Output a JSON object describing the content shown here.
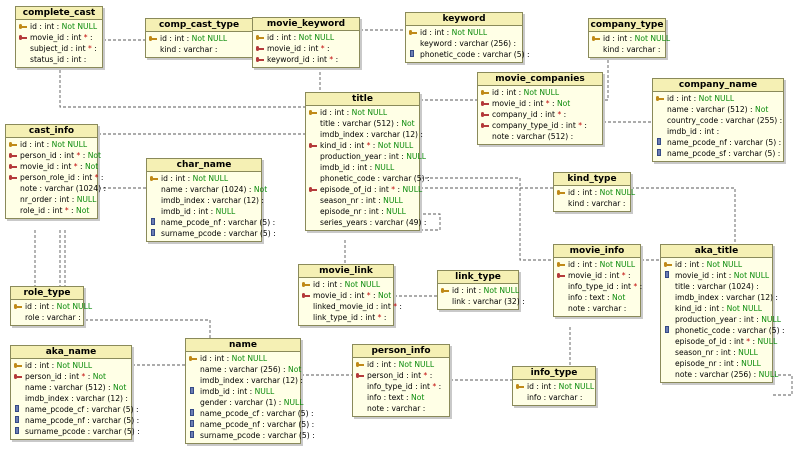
{
  "tables": [
    {
      "id": "complete_cast",
      "name": "complete_cast",
      "rows": [
        {
          "key": "pk",
          "name": "id",
          "type": "int",
          "nn": "Not NULL"
        },
        {
          "key": "fk",
          "name": "movie_id",
          "type": "int",
          "star": "*"
        },
        {
          "key": "",
          "name": "subject_id",
          "type": "int",
          "star": "*"
        },
        {
          "key": "",
          "name": "status_id",
          "type": "int"
        }
      ]
    },
    {
      "id": "comp_cast_type",
      "name": "comp_cast_type",
      "rows": [
        {
          "key": "pk",
          "name": "id",
          "type": "int",
          "nn": "Not NULL"
        },
        {
          "key": "",
          "name": "kind",
          "type": "varchar"
        }
      ]
    },
    {
      "id": "movie_keyword",
      "name": "movie_keyword",
      "rows": [
        {
          "key": "pk",
          "name": "id",
          "type": "int",
          "nn": "Not NULL"
        },
        {
          "key": "fk",
          "name": "movie_id",
          "type": "int",
          "star": "*"
        },
        {
          "key": "fk",
          "name": "keyword_id",
          "type": "int",
          "star": "*"
        }
      ]
    },
    {
      "id": "keyword",
      "name": "keyword",
      "rows": [
        {
          "key": "pk",
          "name": "id",
          "type": "int",
          "nn": "Not NULL"
        },
        {
          "key": "",
          "name": "keyword",
          "type": "varchar (256)"
        },
        {
          "key": "idx",
          "name": "phonetic_code",
          "type": "varchar (5)"
        }
      ]
    },
    {
      "id": "company_type",
      "name": "company_type",
      "rows": [
        {
          "key": "pk",
          "name": "id",
          "type": "int",
          "nn": "Not NULL"
        },
        {
          "key": "",
          "name": "kind",
          "type": "varchar"
        }
      ]
    },
    {
      "id": "movie_companies",
      "name": "movie_companies",
      "rows": [
        {
          "key": "pk",
          "name": "id",
          "type": "int",
          "nn": "Not NULL"
        },
        {
          "key": "fk",
          "name": "movie_id",
          "type": "int",
          "star": "*",
          "nn": "Not"
        },
        {
          "key": "fk",
          "name": "company_id",
          "type": "int",
          "star": "*"
        },
        {
          "key": "fk",
          "name": "company_type_id",
          "type": "int",
          "star": "*"
        },
        {
          "key": "",
          "name": "note",
          "type": "varchar (512)"
        }
      ]
    },
    {
      "id": "company_name",
      "name": "company_name",
      "rows": [
        {
          "key": "pk",
          "name": "id",
          "type": "int",
          "nn": "Not NULL"
        },
        {
          "key": "",
          "name": "name",
          "type": "varchar (512)",
          "nn": "Not"
        },
        {
          "key": "",
          "name": "country_code",
          "type": "varchar (255)"
        },
        {
          "key": "",
          "name": "imdb_id",
          "type": "int"
        },
        {
          "key": "idx",
          "name": "name_pcode_nf",
          "type": "varchar (5)"
        },
        {
          "key": "idx",
          "name": "name_pcode_sf",
          "type": "varchar (5)"
        }
      ]
    },
    {
      "id": "title",
      "name": "title",
      "rows": [
        {
          "key": "pk",
          "name": "id",
          "type": "int",
          "nn": "Not NULL"
        },
        {
          "key": "",
          "name": "title",
          "type": "varchar (512)",
          "nn": "Not"
        },
        {
          "key": "",
          "name": "imdb_index",
          "type": "varchar (12)"
        },
        {
          "key": "fk",
          "name": "kind_id",
          "type": "int",
          "star": "*",
          "nn": "Not NULL"
        },
        {
          "key": "",
          "name": "production_year",
          "type": "int",
          "nn": "NULL"
        },
        {
          "key": "",
          "name": "imdb_id",
          "type": "int",
          "nn": "NULL"
        },
        {
          "key": "",
          "name": "phonetic_code",
          "type": "varchar (5)"
        },
        {
          "key": "fk",
          "name": "episode_of_id",
          "type": "int",
          "star": "*",
          "nn": "NULL"
        },
        {
          "key": "",
          "name": "season_nr",
          "type": "int",
          "nn": "NULL"
        },
        {
          "key": "",
          "name": "episode_nr",
          "type": "int",
          "nn": "NULL"
        },
        {
          "key": "",
          "name": "series_years",
          "type": "varchar (49)"
        }
      ]
    },
    {
      "id": "cast_info",
      "name": "cast_info",
      "rows": [
        {
          "key": "pk",
          "name": "id",
          "type": "int",
          "nn": "Not NULL"
        },
        {
          "key": "fk",
          "name": "person_id",
          "type": "int",
          "star": "*",
          "nn": "Not"
        },
        {
          "key": "fk",
          "name": "movie_id",
          "type": "int",
          "star": "*",
          "nn": "Not"
        },
        {
          "key": "fk",
          "name": "person_role_id",
          "type": "int",
          "star": "*"
        },
        {
          "key": "",
          "name": "note",
          "type": "varchar (1024)"
        },
        {
          "key": "",
          "name": "nr_order",
          "type": "int",
          "nn": "NULL"
        },
        {
          "key": "",
          "name": "role_id",
          "type": "int",
          "star": "*",
          "nn": "Not"
        }
      ]
    },
    {
      "id": "char_name",
      "name": "char_name",
      "rows": [
        {
          "key": "pk",
          "name": "id",
          "type": "int",
          "nn": "Not NULL"
        },
        {
          "key": "",
          "name": "name",
          "type": "varchar (1024)",
          "nn": "Not"
        },
        {
          "key": "",
          "name": "imdb_index",
          "type": "varchar (12)"
        },
        {
          "key": "",
          "name": "imdb_id",
          "type": "int",
          "nn": "NULL"
        },
        {
          "key": "idx",
          "name": "name_pcode_nf",
          "type": "varchar (5)"
        },
        {
          "key": "idx",
          "name": "surname_pcode",
          "type": "varchar (5)"
        }
      ]
    },
    {
      "id": "kind_type",
      "name": "kind_type",
      "rows": [
        {
          "key": "pk",
          "name": "id",
          "type": "int",
          "nn": "Not NULL"
        },
        {
          "key": "",
          "name": "kind",
          "type": "varchar"
        }
      ]
    },
    {
      "id": "movie_link",
      "name": "movie_link",
      "rows": [
        {
          "key": "pk",
          "name": "id",
          "type": "int",
          "nn": "Not NULL"
        },
        {
          "key": "fk",
          "name": "movie_id",
          "type": "int",
          "star": "*",
          "nn": "Not"
        },
        {
          "key": "",
          "name": "linked_movie_id",
          "type": "int",
          "star": "*"
        },
        {
          "key": "",
          "name": "link_type_id",
          "type": "int",
          "star": "*"
        }
      ]
    },
    {
      "id": "link_type",
      "name": "link_type",
      "rows": [
        {
          "key": "pk",
          "name": "id",
          "type": "int",
          "nn": "Not NULL"
        },
        {
          "key": "",
          "name": "link",
          "type": "varchar (32)"
        }
      ]
    },
    {
      "id": "movie_info",
      "name": "movie_info",
      "rows": [
        {
          "key": "pk",
          "name": "id",
          "type": "int",
          "nn": "Not NULL"
        },
        {
          "key": "fk",
          "name": "movie_id",
          "type": "int",
          "star": "*"
        },
        {
          "key": "",
          "name": "info_type_id",
          "type": "int",
          "star": "*"
        },
        {
          "key": "",
          "name": "info",
          "type": "text",
          "nn": "Not"
        },
        {
          "key": "",
          "name": "note",
          "type": "varchar"
        }
      ]
    },
    {
      "id": "aka_title",
      "name": "aka_title",
      "rows": [
        {
          "key": "pk",
          "name": "id",
          "type": "int",
          "nn": "Not NULL"
        },
        {
          "key": "idx",
          "name": "movie_id",
          "type": "int",
          "nn": "Not NULL"
        },
        {
          "key": "",
          "name": "title",
          "type": "varchar (1024)"
        },
        {
          "key": "",
          "name": "imdb_index",
          "type": "varchar (12)"
        },
        {
          "key": "",
          "name": "kind_id",
          "type": "int",
          "nn": "Not NULL"
        },
        {
          "key": "",
          "name": "production_year",
          "type": "int",
          "nn": "NULL"
        },
        {
          "key": "idx",
          "name": "phonetic_code",
          "type": "varchar (5)"
        },
        {
          "key": "",
          "name": "episode_of_id",
          "type": "int",
          "star": "*",
          "nn": "NULL"
        },
        {
          "key": "",
          "name": "season_nr",
          "type": "int",
          "nn": "NULL"
        },
        {
          "key": "",
          "name": "episode_nr",
          "type": "int",
          "nn": "NULL"
        },
        {
          "key": "",
          "name": "note",
          "type": "varchar (256)",
          "nn": "NULL"
        }
      ]
    },
    {
      "id": "role_type",
      "name": "role_type",
      "rows": [
        {
          "key": "pk",
          "name": "id",
          "type": "int",
          "nn": "Not NULL"
        },
        {
          "key": "",
          "name": "role",
          "type": "varchar"
        }
      ]
    },
    {
      "id": "aka_name",
      "name": "aka_name",
      "rows": [
        {
          "key": "pk",
          "name": "id",
          "type": "int",
          "nn": "Not NULL"
        },
        {
          "key": "fk",
          "name": "person_id",
          "type": "int",
          "star": "*",
          "nn": "Not"
        },
        {
          "key": "",
          "name": "name",
          "type": "varchar (512)",
          "nn": "Not"
        },
        {
          "key": "",
          "name": "imdb_index",
          "type": "varchar (12)"
        },
        {
          "key": "idx",
          "name": "name_pcode_cf",
          "type": "varchar (5)"
        },
        {
          "key": "idx",
          "name": "name_pcode_nf",
          "type": "varchar (5)"
        },
        {
          "key": "idx",
          "name": "surname_pcode",
          "type": "varchar (5)"
        }
      ]
    },
    {
      "id": "name",
      "name": "name",
      "rows": [
        {
          "key": "pk",
          "name": "id",
          "type": "int",
          "nn": "Not NULL"
        },
        {
          "key": "",
          "name": "name",
          "type": "varchar (256)",
          "nn": "Not"
        },
        {
          "key": "",
          "name": "imdb_index",
          "type": "varchar (12)"
        },
        {
          "key": "idx",
          "name": "imdb_id",
          "type": "int",
          "nn": "NULL"
        },
        {
          "key": "",
          "name": "gender",
          "type": "varchar (1)",
          "nn": "NULL"
        },
        {
          "key": "idx",
          "name": "name_pcode_cf",
          "type": "varchar (5)"
        },
        {
          "key": "idx",
          "name": "name_pcode_nf",
          "type": "varchar (5)"
        },
        {
          "key": "idx",
          "name": "surname_pcode",
          "type": "varchar (5)"
        }
      ]
    },
    {
      "id": "person_info",
      "name": "person_info",
      "rows": [
        {
          "key": "pk",
          "name": "id",
          "type": "int",
          "nn": "Not NULL"
        },
        {
          "key": "fk",
          "name": "person_id",
          "type": "int",
          "star": "*"
        },
        {
          "key": "",
          "name": "info_type_id",
          "type": "int",
          "star": "*"
        },
        {
          "key": "",
          "name": "info",
          "type": "text",
          "nn": "Not"
        },
        {
          "key": "",
          "name": "note",
          "type": "varchar"
        }
      ]
    },
    {
      "id": "info_type",
      "name": "info_type",
      "rows": [
        {
          "key": "pk",
          "name": "id",
          "type": "int",
          "nn": "Not NULL"
        },
        {
          "key": "",
          "name": "info",
          "type": "varchar"
        }
      ]
    }
  ]
}
